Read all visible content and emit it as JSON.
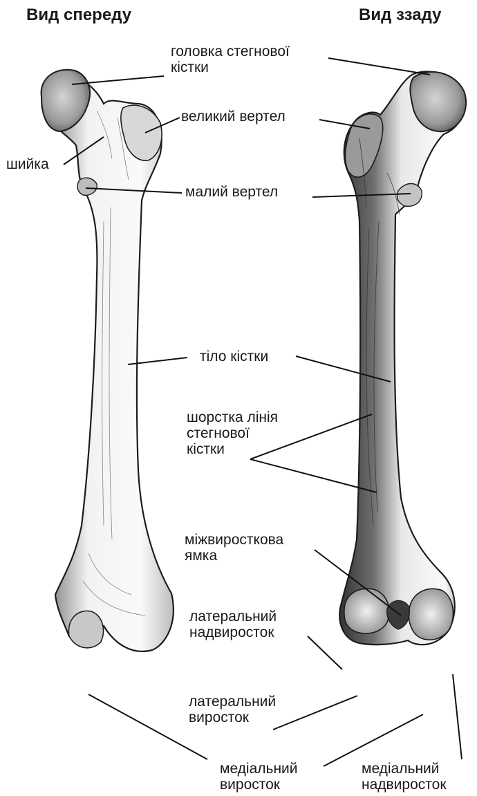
{
  "views": {
    "front": "Вид спереду",
    "back": "Вид ззаду"
  },
  "labels": {
    "head": [
      "головка стегнової",
      "кістки"
    ],
    "greater_trochanter": [
      "великий вертел"
    ],
    "neck": [
      "шийка"
    ],
    "lesser_trochanter": [
      "малий вертел"
    ],
    "shaft": [
      "тіло кістки"
    ],
    "linea_aspera": [
      "шорстка лінія",
      "стегнової",
      "кістки"
    ],
    "intercondylar_fossa": [
      "міжвиросткова",
      "ямка"
    ],
    "lateral_epicondyle": [
      "латеральний",
      "надвиросток"
    ],
    "lateral_condyle": [
      "латеральний",
      "виросток"
    ],
    "medial_condyle": [
      "медіальний",
      "виросток"
    ],
    "medial_epicondyle": [
      "медіальний",
      "надвиросток"
    ]
  },
  "colors": {
    "bone_fill": "#f4f4f2",
    "bone_shade": "#6e6e6e",
    "outline": "#1c1c1c",
    "leader_line": "#111111"
  }
}
